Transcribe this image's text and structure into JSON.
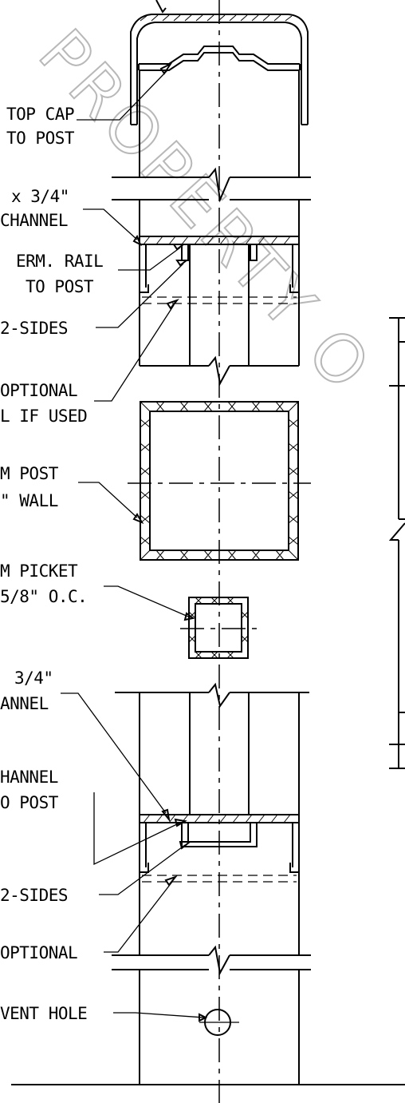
{
  "labels": {
    "top_cap_1": "TOP CAP",
    "top_cap_2": "TO POST",
    "top_channel_1": "x 3/4\"",
    "top_channel_2": "CHANNEL",
    "term_rail_1": "ERM. RAIL",
    "term_rail_2": "TO POST",
    "rivet_top": "2-SIDES",
    "optional_top_1": "OPTIONAL",
    "optional_top_2": "L IF USED",
    "post_1": "M POST",
    "post_2": "\" WALL",
    "picket_1": "M PICKET",
    "picket_2": "5/8\" O.C.",
    "bottom_channel_1": "3/4\"",
    "bottom_channel_2": "ANNEL",
    "channel_to_post_1": "HANNEL",
    "channel_to_post_2": "O POST",
    "rivet_bottom": "2-SIDES",
    "optional_bottom": "OPTIONAL",
    "vent_hole": "VENT HOLE"
  },
  "watermark": "PROPERTY O"
}
